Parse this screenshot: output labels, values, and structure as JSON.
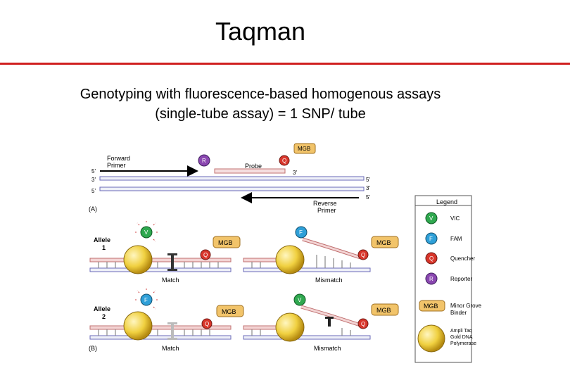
{
  "slide": {
    "title": "Taqman",
    "subtitle_line1": "Genotyping with fluorescence-based homogenous assays",
    "subtitle_line2": "(single-tube assay) = 1 SNP/ tube"
  },
  "diagram": {
    "panel_a": {
      "tag": "(A)",
      "forward_primer": [
        "Forward",
        "Primer"
      ],
      "probe_label": "Probe",
      "reverse_primer": [
        "Reverse",
        "Primer"
      ],
      "strand_ends": {
        "top_left": "5'",
        "top_right": "5'",
        "mid_left": "3'",
        "mid_right": "3'",
        "probe_end": "3'",
        "bot_left": "5'",
        "bot_right": "5'"
      },
      "r_symbol": "R",
      "q_symbol": "Q",
      "mgb_symbol": "MGB"
    },
    "panel_b": {
      "tag": "(B)",
      "allele1": [
        "Allele",
        "1"
      ],
      "allele2": [
        "Allele",
        "2"
      ],
      "match_label": "Match",
      "mismatch_label": "Mismatch",
      "v_symbol": "V",
      "f_symbol": "F",
      "q_symbol": "Q",
      "mgb_symbol": "MGB"
    },
    "legend": {
      "title": "Legend",
      "items": [
        {
          "symbol": "V",
          "label": "VIC",
          "color": "#2fa84f"
        },
        {
          "symbol": "F",
          "label": "FAM",
          "color": "#2fa0d8"
        },
        {
          "symbol": "Q",
          "label": "Quencher",
          "color": "#d8352a"
        },
        {
          "symbol": "R",
          "label": "Reporter",
          "color": "#8a47b0"
        }
      ],
      "mgb_symbol": "MGB",
      "mgb_label": [
        "Minor Grove",
        "Binder"
      ],
      "polymerase_label": [
        "Ampli Taq",
        "Gold DNA",
        "Polymerase"
      ]
    }
  },
  "colors": {
    "rule": "#d02020",
    "strand": "#6a6ab8",
    "probe": "#d89090",
    "mgb": "#f2c46a",
    "polymerase": "#f0d040"
  }
}
